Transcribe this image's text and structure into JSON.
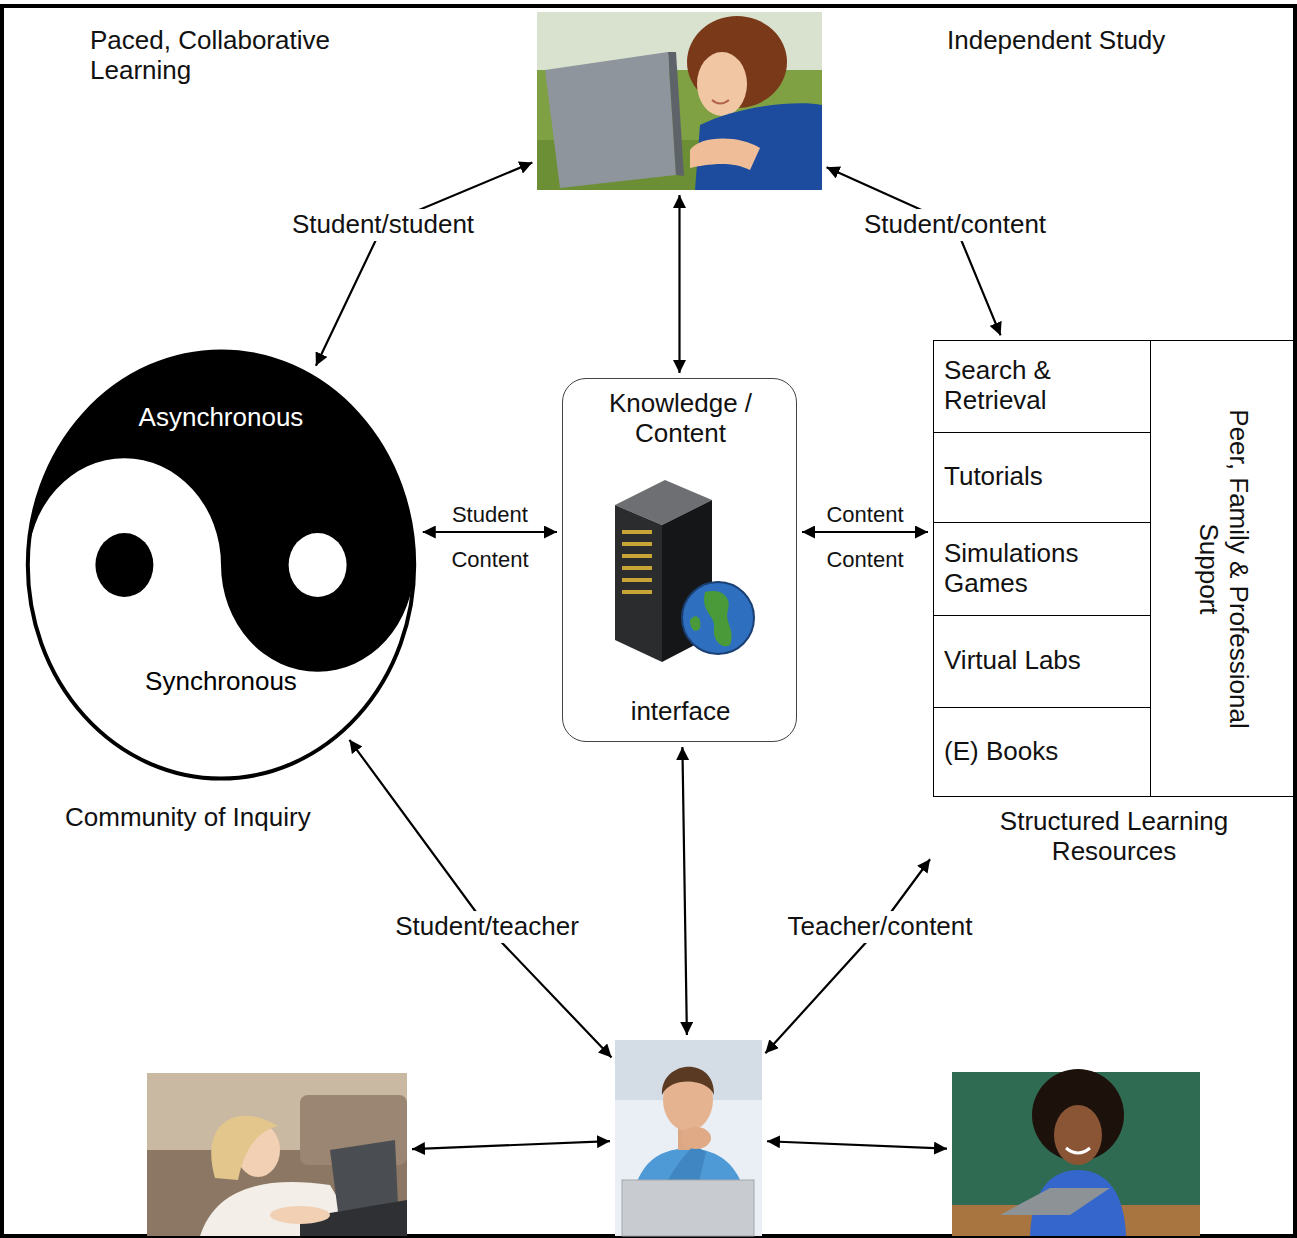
{
  "diagram": {
    "nodes": [
      {
        "text": []
      },
      {
        "text": [
          "Asynchronous",
          "Synchronous"
        ]
      },
      {
        "text": [
          "Knowledge / Content",
          "interface"
        ]
      },
      {
        "text": [
          "Structured Learning Resources"
        ]
      },
      {
        "text": [
          "Search & Retrieval"
        ],
        "in": 3
      },
      {
        "text": [
          "Tutorials"
        ],
        "in": 3
      },
      {
        "text": [
          "Simulations Games"
        ],
        "in": 3
      },
      {
        "text": [
          "Virtual Labs"
        ],
        "in": 3
      },
      {
        "text": [
          "(E) Books"
        ],
        "in": 3
      },
      {
        "text": [
          "Peer, Family & Professional Support"
        ],
        "in": 3
      },
      {
        "text": []
      },
      {
        "text": []
      },
      {
        "text": []
      }
    ],
    "edges": [
      {
        "from": 1,
        "to": 0,
        "arrow": "both",
        "label": "Student/student"
      },
      {
        "from": 0,
        "to": 3,
        "arrow": "both",
        "label": "Student/content"
      },
      {
        "from": 0,
        "to": 2,
        "arrow": "both"
      },
      {
        "from": 1,
        "to": 2,
        "arrow": "both",
        "label": "Student"
      },
      {
        "from": 2,
        "to": 3,
        "arrow": "both",
        "label": "Content"
      },
      {
        "from": 1,
        "to": 11,
        "arrow": "both",
        "label": "Student/teacher"
      },
      {
        "from": 2,
        "to": 11,
        "arrow": "both"
      },
      {
        "from": 11,
        "to": 3,
        "arrow": "both",
        "label": "Teacher/content"
      },
      {
        "from": 10,
        "to": 11,
        "arrow": "both"
      },
      {
        "from": 11,
        "to": 12,
        "arrow": "both"
      }
    ],
    "labels": [
      "Paced, Collaborative Learning",
      "Independent Study",
      "Content",
      "Content",
      "Community of Inquiry"
    ]
  }
}
